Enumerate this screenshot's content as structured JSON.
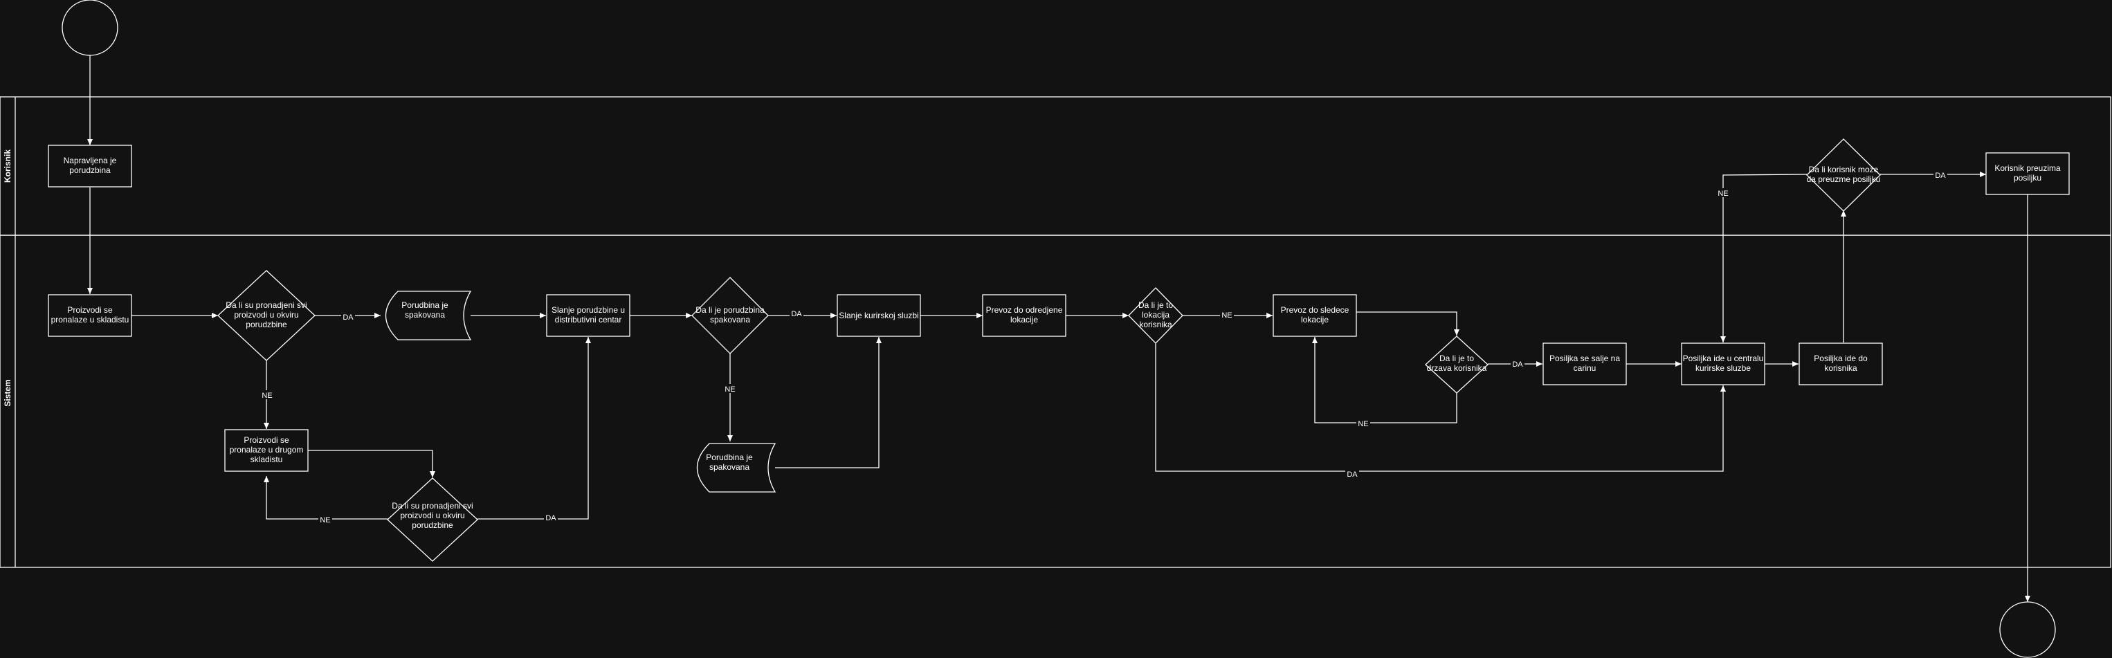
{
  "colors": {
    "background": "#121212",
    "stroke": "#ffffff",
    "text": "#ffffff"
  },
  "lanes": {
    "korisnik": "Korisnik",
    "sistem": "Sistem"
  },
  "nodes": {
    "napravljena": [
      "Napravljena je",
      "porudzbina"
    ],
    "proizvodi_skladiste": [
      "Proizvodi se",
      "pronalaze u skladistu"
    ],
    "dec_svi1": [
      "Da li su pronadjeni svi",
      "proizvodi u okviru",
      "porudzbine"
    ],
    "spakovana1": [
      "Porudbina je",
      "spakovana"
    ],
    "proizvodi_drugo": [
      "Proizvodi se",
      "pronalaze u drugom",
      "skladistu"
    ],
    "dec_svi2": [
      "Da li su pronadjeni svi",
      "proizvodi u okviru",
      "porudzbine"
    ],
    "slanje_distrib": [
      "Slanje porudzbine u",
      "distributivni centar"
    ],
    "dec_spakovana": [
      "Da li je porudzbina",
      "spakovana"
    ],
    "spakovana2": [
      "Porudbina je",
      "spakovana"
    ],
    "slanje_kurir": [
      "Slanje kurirskoj sluzbi"
    ],
    "prevoz_odredjene": [
      "Prevoz do odredjene",
      "lokacije"
    ],
    "dec_lokacija": [
      "Da li je to",
      "lokacija",
      "korisnika"
    ],
    "prevoz_sledece": [
      "Prevoz do sledece",
      "lokacije"
    ],
    "dec_drzava": [
      "Da li je to",
      "drzava korisnika"
    ],
    "carina": [
      "Posiljka se salje na",
      "carinu"
    ],
    "centrala": [
      "Posiljka ide u centralu",
      "kurirske sluzbe"
    ],
    "ide_korisnika": [
      "Posiljka ide do",
      "korisnika"
    ],
    "dec_preuzme": [
      "Da li korisnik moze",
      "da preuzme posiljku"
    ],
    "preuzima": [
      "Korisnik preuzima",
      "posiljku"
    ]
  },
  "edges": {
    "da1": "DA",
    "ne1": "NE",
    "ne2": "NE",
    "da2": "DA",
    "da3": "DA",
    "ne3": "NE",
    "ne4": "NE",
    "da_drzava": "DA",
    "ne_drzava": "NE",
    "da_lokacija": "DA",
    "ne_preuzme": "NE",
    "da_preuzme": "DA"
  }
}
